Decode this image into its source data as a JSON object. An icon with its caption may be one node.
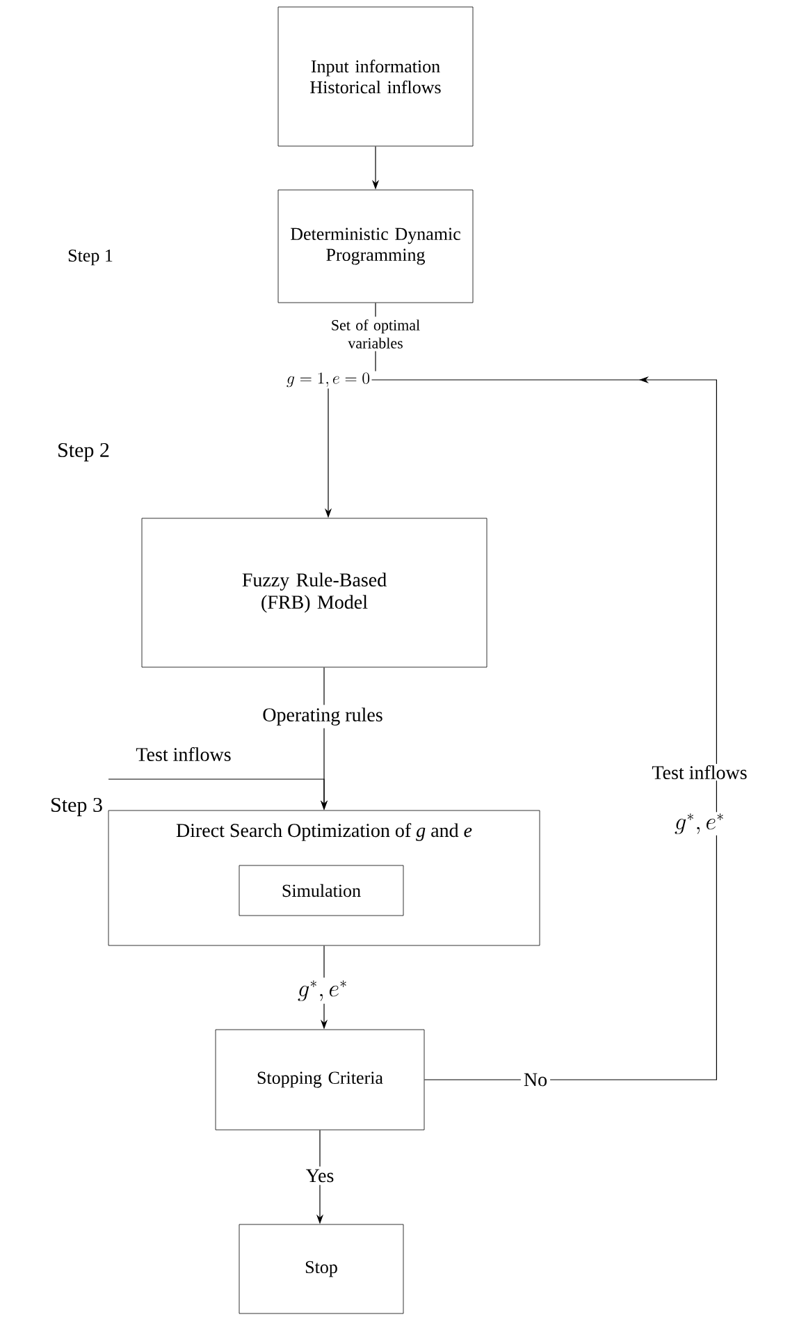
{
  "diagram": {
    "nodes": [
      {
        "text": [
          "Input information Historical inflows"
        ]
      },
      {
        "text": [
          "Deterministic Dynamic Programming"
        ]
      },
      {
        "text": [
          "g = 1, e = 0"
        ]
      },
      {
        "text": [
          "Fuzzy Rule-Based (FRB) Model"
        ]
      },
      {
        "text": [
          "Direct Search Optimization of *g* and *e*"
        ]
      },
      {
        "text": [
          "Simulation"
        ],
        "in": 4
      },
      {
        "text": [
          "Stopping Criteria"
        ]
      },
      {
        "text": [
          "Stop"
        ]
      }
    ],
    "edges": [
      {
        "from": 0,
        "to": 1,
        "arrow": "to"
      },
      {
        "from": 1,
        "to": 2,
        "arrow": "none",
        "label": "Set of optimal variables"
      },
      {
        "from": 2,
        "to": 3,
        "arrow": "to"
      },
      {
        "from": 3,
        "to": 4,
        "arrow": "to",
        "label": "Operating rules"
      },
      {
        "from": null,
        "to": 4,
        "arrow": "to",
        "label": "Test inflows"
      },
      {
        "from": 4,
        "to": 6,
        "arrow": "to",
        "label": "g^*, e^*"
      },
      {
        "from": 6,
        "to": 7,
        "arrow": "to",
        "label": "Yes"
      },
      {
        "from": 6,
        "to": 2,
        "arrow": "to",
        "label": "No"
      }
    ],
    "labels": [
      "Step 1",
      "Step 2",
      "Step 3",
      "Test inflows",
      "g^*, e^*"
    ]
  }
}
